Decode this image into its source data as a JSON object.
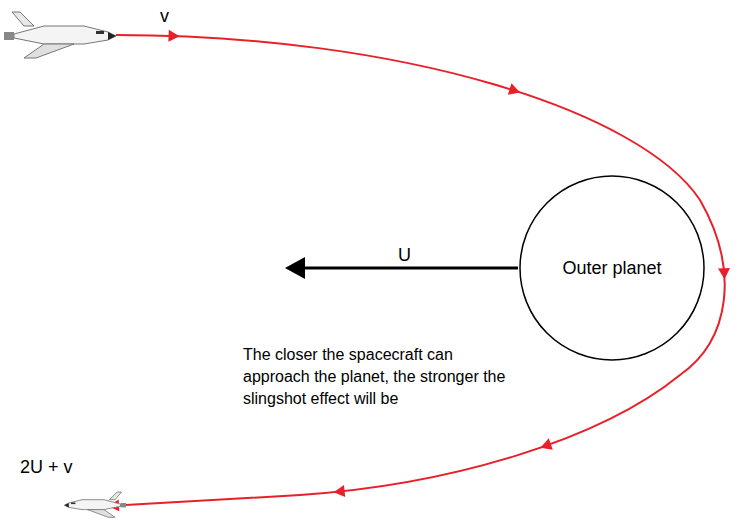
{
  "diagram": {
    "nodes": [
      {
        "text": [
          "Outer planet"
        ]
      }
    ],
    "labels": [
      "v",
      "U",
      "The closer the spacecraft can approach the planet, the stronger the slingshot effect will be",
      "2U + v"
    ]
  }
}
